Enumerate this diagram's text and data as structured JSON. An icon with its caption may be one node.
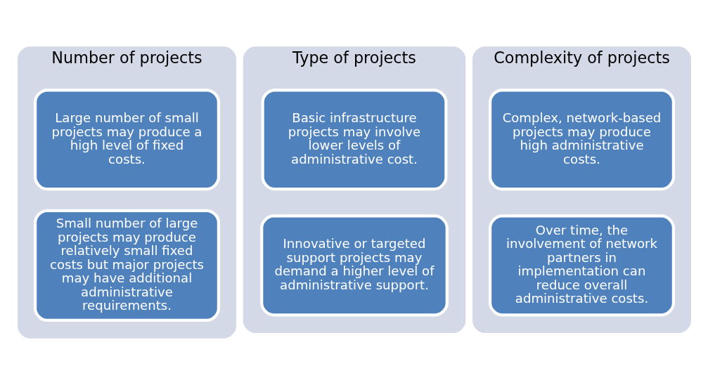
{
  "diagram": {
    "nodes": [
      {
        "text": [
          "Number of projects"
        ]
      },
      {
        "text": [
          "Large number of small projects may produce a high level of fixed costs."
        ],
        "in": 0
      },
      {
        "text": [
          "Small number of large projects may produce relatively small fixed costs but major projects may have additional administrative requirements."
        ],
        "in": 0
      },
      {
        "text": [
          "Type of projects"
        ]
      },
      {
        "text": [
          "Basic infrastructure projects may involve lower levels of administrative cost."
        ],
        "in": 3
      },
      {
        "text": [
          "Innovative or targeted support projects may demand a higher level of administrative support."
        ],
        "in": 3
      },
      {
        "text": [
          "Complexity of projects"
        ]
      },
      {
        "text": [
          "Complex, network-based projects may produce high administrative costs."
        ],
        "in": 6
      },
      {
        "text": [
          "Over time, the involvement of network partners in implementation can reduce overall administrative costs."
        ],
        "in": 6
      }
    ]
  }
}
